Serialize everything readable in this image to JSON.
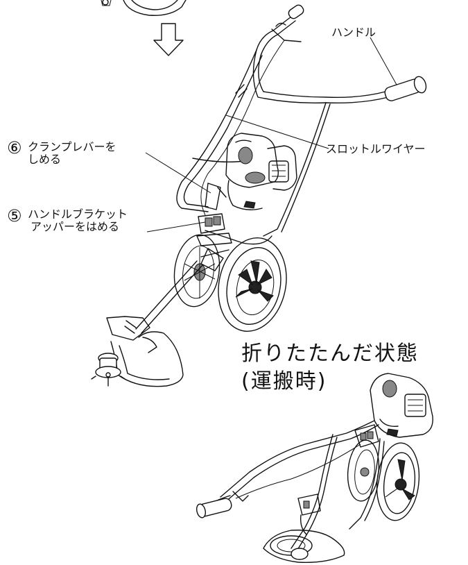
{
  "labels": {
    "handle": "ハンドル",
    "throttle_wire": "スロットルワイヤー",
    "step6_number": "⑥",
    "step6_line1": "クランプレバーを",
    "step6_line2": "しめる",
    "step5_number": "⑤",
    "step5_line1": "ハンドルブラケット",
    "step5_line2": "アッパーをはめる",
    "folded_title": "折りたたんだ状態",
    "folded_subtitle": "(運搬時)"
  },
  "icons": {
    "arrow": "down-arrow-icon"
  },
  "colors": {
    "ink": "#111111",
    "background": "#ffffff"
  }
}
